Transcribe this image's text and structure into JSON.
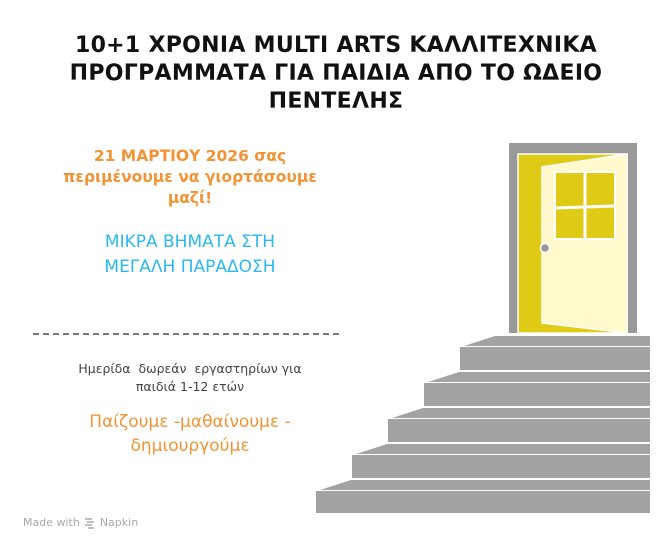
{
  "title": [
    "10+1 ΧΡΟΝΙΑ MULTI ARTS ΚΑΛΛΙΤΕΧΝΙΚΑ",
    "ΠΡΟΓΡΑΜΜΑΤΑ ΓΙΑ ΠΑΙΔΙΑ ΑΠΟ ΤΟ ΩΔΕΙΟ",
    "ΠΕΝΤΕΛΗΣ"
  ],
  "invitation": [
    "21 ΜΑΡΤΙΟΥ 2026 σας",
    "περιμένουμε να γιορτάσουμε",
    "μαζί!"
  ],
  "motto": [
    "ΜΙΚΡΑ ΒΗΜΑΤΑ ΣΤΗ",
    "ΜΕΓΑΛΗ ΠΑΡΑΔΟΣΗ"
  ],
  "description": [
    "Ημερίδα  δωρεάν  εργαστηρίων για",
    "παιδιά 1-12 ετών"
  ],
  "slogan": [
    "Παίζουμε -μαθαίνουμε -",
    "δημιουργούμε"
  ],
  "credit": {
    "made_with": "Made with",
    "brand": "Napkin",
    "icon": "napkin-logo-icon"
  },
  "colors": {
    "orange": "#f29436",
    "blue": "#2bb8ef",
    "door_yellow": "#dfcb15",
    "door_leaf": "#fff9cc",
    "stairs": "#a3a3a3"
  }
}
